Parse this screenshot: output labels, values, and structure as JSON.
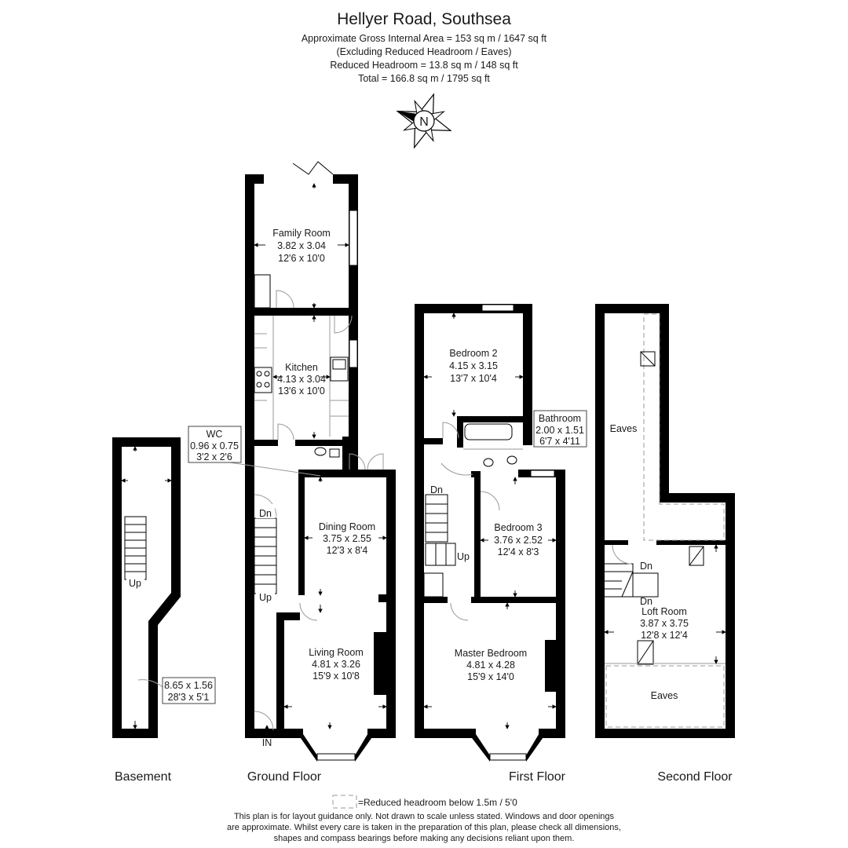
{
  "header": {
    "title": "Hellyer Road, Southsea",
    "gross_area": "Approximate Gross Internal Area = 153 sq m / 1647 sq ft",
    "excluding": "(Excluding Reduced Headroom / Eaves)",
    "reduced_headroom": "Reduced Headroom = 13.8 sq m / 148 sq ft",
    "total": "Total = 166.8 sq m / 1795 sq ft"
  },
  "compass": {
    "label": "N"
  },
  "rooms": {
    "family_room": {
      "name": "Family Room",
      "metric": "3.82 x 3.04",
      "imperial": "12'6 x 10'0"
    },
    "kitchen": {
      "name": "Kitchen",
      "metric": "4.13 x 3.04",
      "imperial": "13'6 x 10'0"
    },
    "wc": {
      "name": "WC",
      "metric": "0.96 x 0.75",
      "imperial": "3'2 x 2'6"
    },
    "dining_room": {
      "name": "Dining Room",
      "metric": "3.75 x 2.55",
      "imperial": "12'3 x 8'4"
    },
    "living_room": {
      "name": "Living Room",
      "metric": "4.81 x 3.26",
      "imperial": "15'9 x 10'8"
    },
    "basement": {
      "metric": "8.65 x 1.56",
      "imperial": "28'3 x 5'1"
    },
    "bedroom_2": {
      "name": "Bedroom 2",
      "metric": "4.15 x 3.15",
      "imperial": "13'7 x 10'4"
    },
    "bathroom": {
      "name": "Bathroom",
      "metric": "2.00 x 1.51",
      "imperial": "6'7 x 4'11"
    },
    "bedroom_3": {
      "name": "Bedroom 3",
      "metric": "3.76 x 2.52",
      "imperial": "12'4 x 8'3"
    },
    "master_bedroom": {
      "name": "Master Bedroom",
      "metric": "4.81 x 4.28",
      "imperial": "15'9 x 14'0"
    },
    "loft_room": {
      "name": "Loft Room",
      "metric": "3.87 x 3.75",
      "imperial": "12'8 x 12'4"
    },
    "eaves_upper": {
      "name": "Eaves"
    },
    "eaves_lower": {
      "name": "Eaves"
    }
  },
  "stairs": {
    "basement_up": "Up",
    "ground_dn": "Dn",
    "ground_up": "Up",
    "first_dn": "Dn",
    "first_up": "Up",
    "second_dn_1": "Dn",
    "second_dn_2": "Dn"
  },
  "entrance": {
    "label": "IN"
  },
  "floors": {
    "basement": "Basement",
    "ground": "Ground Floor",
    "first": "First Floor",
    "second": "Second Floor"
  },
  "legend": {
    "text": "=Reduced headroom below 1.5m / 5'0"
  },
  "disclaimer": {
    "line1": "This plan is for layout guidance only. Not drawn to scale unless stated. Windows and door openings",
    "line2": "are approximate. Whilst every care is taken in the preparation of this plan, please check all dimensions,",
    "line3": "shapes and compass bearings before making any decisions reliant upon them."
  }
}
